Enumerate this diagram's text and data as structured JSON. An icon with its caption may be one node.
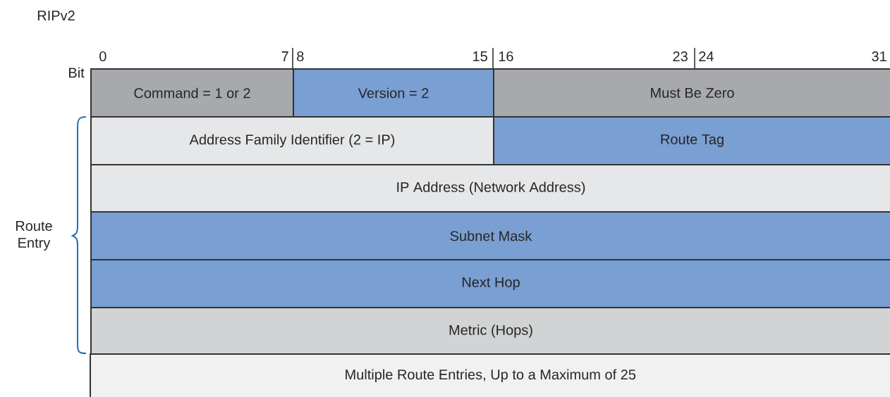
{
  "diagram": {
    "title": "RIPv2",
    "nodes": [
      {
        "text": [
          "Command = 1 or 2"
        ]
      },
      {
        "text": [
          "Version = 2"
        ]
      },
      {
        "text": [
          "Must Be Zero"
        ]
      },
      {
        "text": [
          "Address Family Identifier (2 = IP)"
        ]
      },
      {
        "text": [
          "Route Tag"
        ]
      },
      {
        "text": [
          "IP Address (Network Address)"
        ]
      },
      {
        "text": [
          "Subnet Mask"
        ]
      },
      {
        "text": [
          "Next Hop"
        ]
      },
      {
        "text": [
          "Metric (Hops)"
        ]
      },
      {
        "text": [
          "Multiple Route Entries, Up to a Maximum of 25"
        ]
      }
    ],
    "edges": [],
    "labels": [
      "Bit",
      "0",
      "7",
      "8",
      "15",
      "16",
      "23",
      "24",
      "31",
      "Route Entry"
    ]
  }
}
